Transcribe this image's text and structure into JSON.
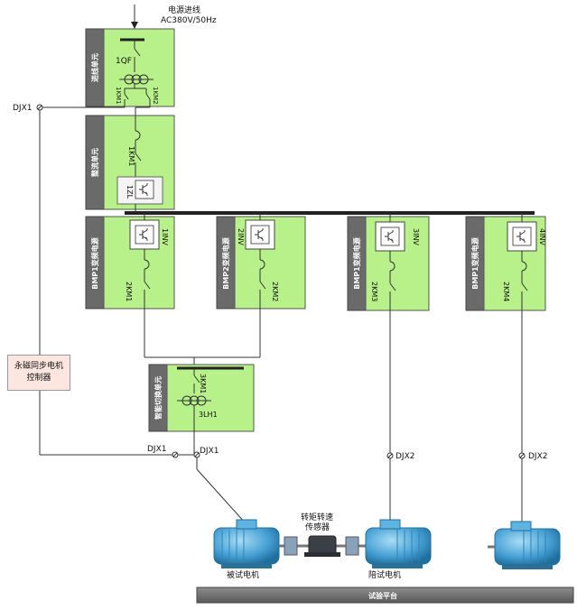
{
  "power": {
    "title": "电源进线",
    "spec": "AC380V/50Hz"
  },
  "units": {
    "incoming": {
      "title": "进线单元",
      "breaker": "1QF",
      "km_left": "1KM1",
      "km_right": "1KM2"
    },
    "rectifier": {
      "title": "整流单元",
      "km": "1KM1",
      "device": "1ZL"
    },
    "inv1": {
      "title": "BMP1变频电源",
      "inv": "1INV",
      "km": "2KM1"
    },
    "inv2": {
      "title": "BMP2变频电源",
      "inv": "2INV",
      "km": "2KM2"
    },
    "inv3": {
      "title": "BMP1变频电源",
      "inv": "3INV",
      "km": "2KM3"
    },
    "inv4": {
      "title": "BMP1变频电源",
      "inv": "4INV",
      "km": "2KM4"
    },
    "switch": {
      "title": "智能切换单元",
      "km": "3KM1",
      "lh": "3LH1"
    }
  },
  "controller": {
    "line1": "永磁同步电机",
    "line2": "控制器"
  },
  "junctions": {
    "djx1_top": "DJX1",
    "djx1_left": "DJX1",
    "djx1_right": "DJX1",
    "djx2_a": "DJX2",
    "djx2_b": "DJX2"
  },
  "sensor": {
    "line1": "转矩转速",
    "line2": "传感器"
  },
  "motors": {
    "tested": "被试电机",
    "load": "陪试电机"
  },
  "platform": "试验平台",
  "colors": {
    "panel": "#b8f08a",
    "side": "#6a6a6a",
    "bus": "#222222",
    "motor": "#4aa3d6"
  }
}
